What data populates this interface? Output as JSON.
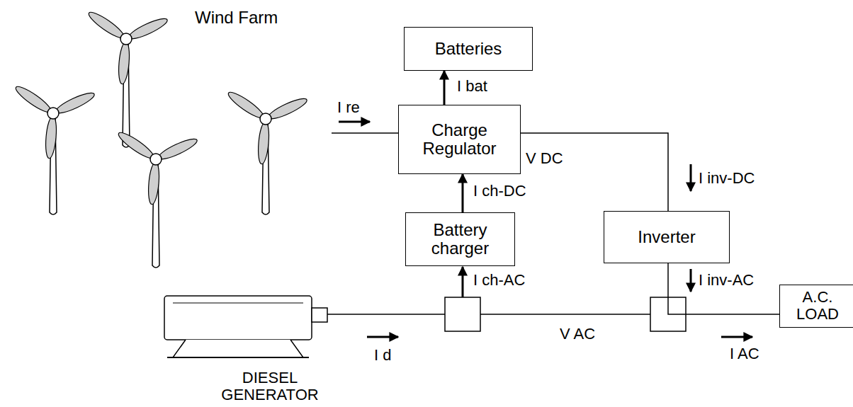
{
  "diagram": {
    "nodes": [
      {
        "text": [
          "Batteries"
        ]
      },
      {
        "text": [
          "Charge Regulator"
        ]
      },
      {
        "text": [
          "Battery charger"
        ]
      },
      {
        "text": [
          "Inverter"
        ]
      },
      {
        "text": [
          "A.C. LOAD"
        ]
      }
    ],
    "edges": [
      {
        "from": 1,
        "to": 0,
        "arrow": "to"
      },
      {
        "from": 2,
        "to": 1,
        "arrow": "to"
      },
      {
        "from": 1,
        "to": 3,
        "arrow": "none"
      },
      {
        "from": 3,
        "to": 4,
        "arrow": "none"
      }
    ],
    "labels": [
      "Wind Farm",
      "I re",
      "I bat",
      "V DC",
      "I ch-DC",
      "I inv-DC",
      "I ch-AC",
      "I inv-AC",
      "I d",
      "V AC",
      "I AC",
      "DIESEL GENERATOR"
    ]
  }
}
